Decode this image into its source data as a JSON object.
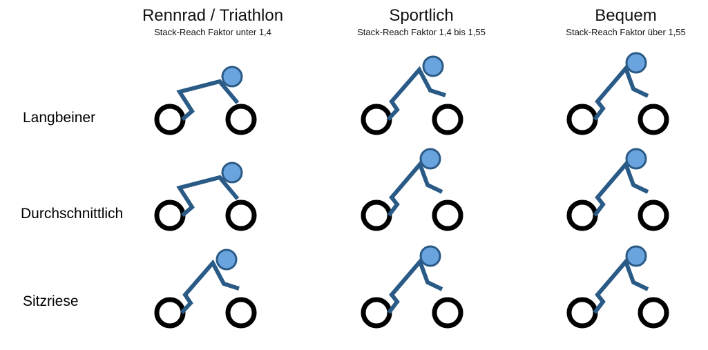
{
  "columns": [
    {
      "title": "Rennrad / Triathlon",
      "subtitle": "Stack-Reach Faktor unter 1,4"
    },
    {
      "title": "Sportlich",
      "subtitle": "Stack-Reach Faktor 1,4 bis 1,55"
    },
    {
      "title": "Bequem",
      "subtitle": "Stack-Reach Faktor über 1,55"
    }
  ],
  "rows": [
    {
      "label": "Langbeiner"
    },
    {
      "label": "Durchschnittlich"
    },
    {
      "label": "Sitzriese"
    }
  ],
  "colors": {
    "wheel": "#000000",
    "body": "#2a5a86",
    "head_fill": "#6aa4de",
    "head_stroke": "#2a5a86"
  },
  "cells": [
    [
      "race",
      "sport",
      "comfort"
    ],
    [
      "race",
      "comfort",
      "comfort"
    ],
    [
      "sport",
      "comfort",
      "comfort"
    ]
  ]
}
